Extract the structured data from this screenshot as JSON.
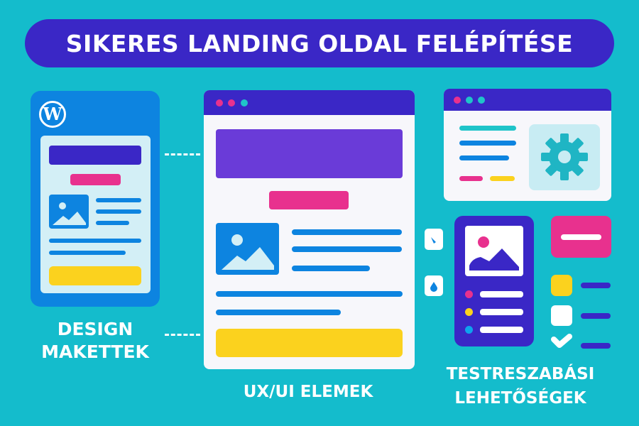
{
  "title": "SIKERES LANDING OLDAL FELÉPÍTÉSE",
  "sections": {
    "design": {
      "line1": "DESIGN",
      "line2": "MAKETTEK",
      "logo": "WordPress"
    },
    "ux": {
      "label": "UX/UI ELEMEK"
    },
    "custom": {
      "line1": "TESTRESZABÁSI",
      "line2": "LEHETŐSÉGEK"
    }
  },
  "colors": {
    "background": "#14bccc",
    "primary": "#3a27c6",
    "blue": "#0d84e0",
    "pink": "#e8318e",
    "yellow": "#fbd21e",
    "purple": "#6a3bd8"
  }
}
